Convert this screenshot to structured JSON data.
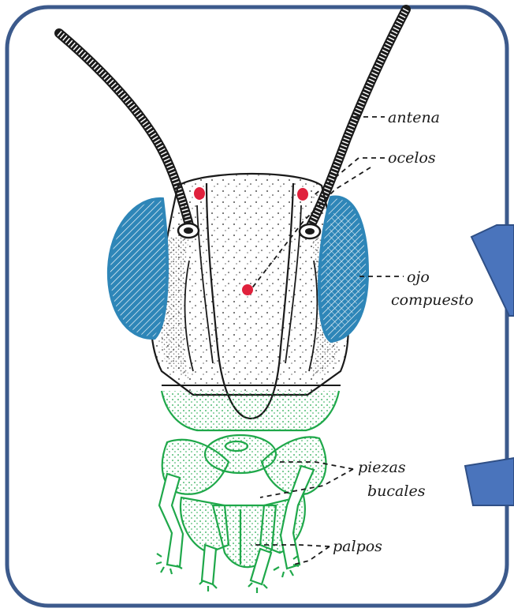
{
  "labels": {
    "antena": "antena",
    "ocelos": "ocelos",
    "ojo": "ojo",
    "compuesto": "compuesto",
    "piezas": "piezas",
    "bucales": "bucales",
    "palpos": "palpos"
  },
  "colors": {
    "frame_border": "#3c5a8c",
    "compound_eye": "#2e86b8",
    "ocellus": "#e0213c",
    "mouthparts": "#1fa84a",
    "arrow_fill": "#4a74bc",
    "arrow_stroke": "#2f4f86",
    "ink": "#1a1a1a"
  }
}
